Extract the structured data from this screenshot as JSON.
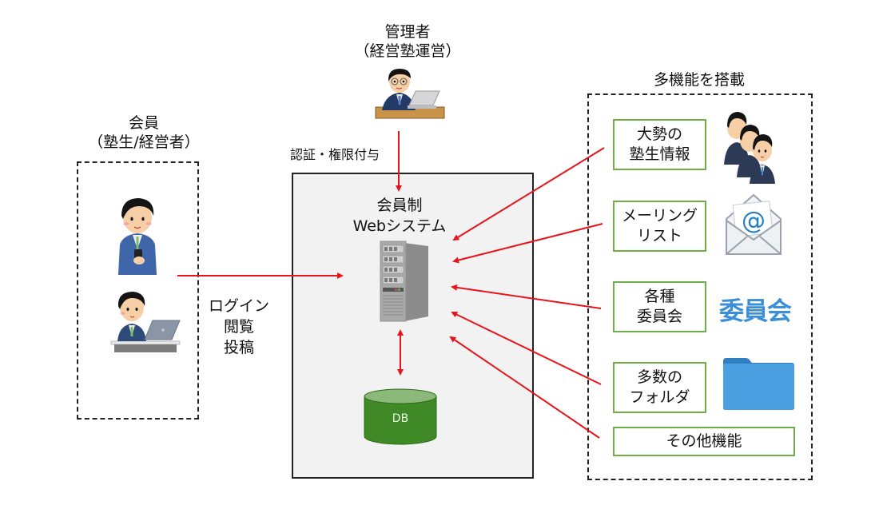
{
  "admin": {
    "title_line1": "管理者",
    "title_line2": "（経営塾運営）",
    "action_label": "認証・権限付与",
    "icon": "admin-at-laptop-icon"
  },
  "members": {
    "title_line1": "会員",
    "title_line2": "（塾生/経営者）",
    "icons": [
      "member-with-smartphone-icon",
      "member-at-laptop-icon"
    ],
    "action_lines": [
      "ログイン",
      "閲覧",
      "投稿"
    ]
  },
  "system": {
    "title_line1": "会員制",
    "title_line2": "Webシステム",
    "server_icon": "server-tower-icon",
    "db_label": "DB"
  },
  "features": {
    "title": "多機能を搭載",
    "items": [
      {
        "lines": [
          "大勢の",
          "塾生情報"
        ],
        "icon": "group-of-people-icon"
      },
      {
        "lines": [
          "メーリング",
          "リスト"
        ],
        "icon": "email-envelope-icon"
      },
      {
        "lines": [
          "各種",
          "委員会"
        ],
        "icon": "committee-text-icon",
        "icon_text": "委員会"
      },
      {
        "lines": [
          "多数の",
          "フォルダ"
        ],
        "icon": "folder-icon"
      },
      {
        "lines": [
          "その他機能"
        ],
        "icon": null
      }
    ]
  },
  "colors": {
    "arrow": "#e8141b",
    "feature_border": "#70ad47",
    "db_fill": "#3f8a26",
    "system_bg": "#f2f2f2",
    "accent_blue": "#3a8fd6"
  }
}
